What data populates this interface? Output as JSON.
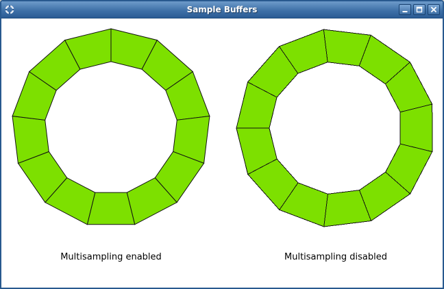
{
  "window": {
    "title": "Sample Buffers"
  },
  "titlebar": {
    "icons": {
      "window_menu": "app-icon",
      "minimize": "minimize-icon",
      "maximize": "maximize-icon",
      "close": "close-icon"
    }
  },
  "panels": [
    {
      "label": "Multisampling enabled",
      "smooth": true,
      "rotation_deg": -90
    },
    {
      "label": "Multisampling disabled",
      "smooth": false,
      "rotation_deg": -97
    }
  ],
  "ring": {
    "segments": 13,
    "outer_radius": 145,
    "inner_radius": 97,
    "fill": "#7de000",
    "stroke": "#111111",
    "stroke_width": 1
  },
  "colors": {
    "titlebar_top": "#6e9bca",
    "titlebar_bottom": "#2a5b94",
    "content_background": "#ffffff"
  }
}
